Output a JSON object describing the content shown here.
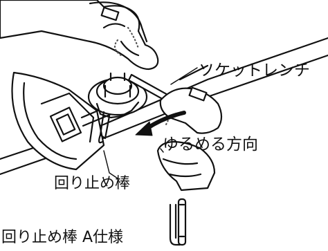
{
  "labels": {
    "socket_wrench": "ソケットレンチ",
    "loosen_direction": "ゆるめる方向",
    "stopper_rod": "回り止め棒",
    "stopper_rod_a_spec": "回り止め棒 A仕様"
  },
  "colors": {
    "line": "#111111",
    "background": "#ffffff",
    "stipple": "#555555"
  },
  "icons": [
    "gloved-hand-icon",
    "socket-wrench-icon",
    "arrow-icon",
    "stopper-rod-icon"
  ]
}
